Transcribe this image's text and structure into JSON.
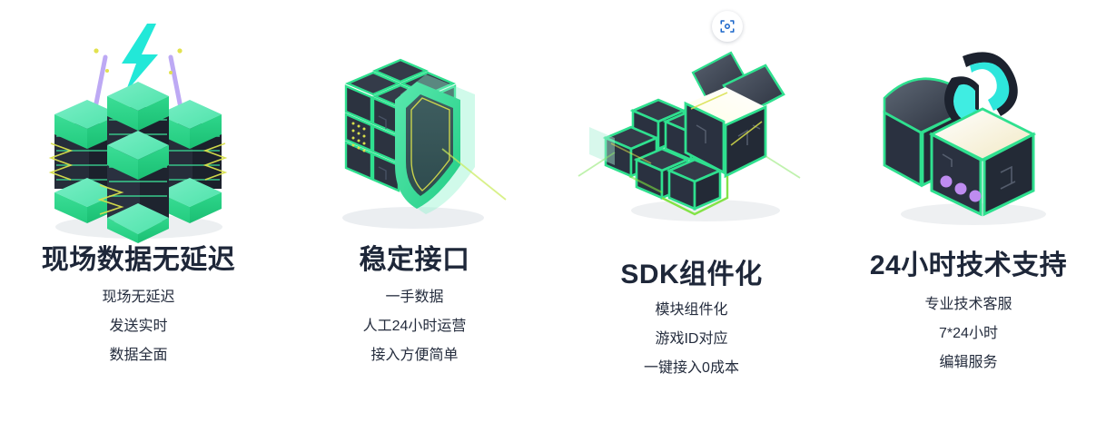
{
  "page": {
    "background_color": "#ffffff",
    "title_color": "#1e2739",
    "body_color": "#242c3d"
  },
  "palette": {
    "green_light": "#6FEBC0",
    "green_mid": "#3BDD96",
    "green_deep": "#22C97E",
    "green_edge": "#2FE08F",
    "dark_panel": "#2B313E",
    "dark_panel_2": "#1E2530",
    "cyan": "#22E8D8",
    "cyan_soft": "#5BEFE2",
    "purple": "#B9A6F2",
    "yellow": "#D9E04B",
    "shadow": "#E8EAEE",
    "scan_blue": "#1A66C9"
  },
  "features": [
    {
      "id": "realtime-data",
      "icon": "server-stack-icon",
      "title": "现场数据无延迟",
      "lines": [
        "现场无延迟",
        "发送实时",
        "数据全面"
      ]
    },
    {
      "id": "stable-interface",
      "icon": "shield-cube-icon",
      "title": "稳定接口",
      "lines": [
        "一手数据",
        "人工24小时运营",
        "接入方便简单"
      ]
    },
    {
      "id": "sdk-modular",
      "icon": "modular-cubes-icon",
      "title": "SDK组件化",
      "lines": [
        "模块组件化",
        "游戏ID对应",
        "一键接入0成本"
      ]
    },
    {
      "id": "support-24h",
      "icon": "headset-cube-icon",
      "title": "24小时技术支持",
      "lines": [
        "专业技术客服",
        "7*24小时",
        "编辑服务"
      ]
    }
  ],
  "overlay": {
    "scan_badge": {
      "icon": "scan-focus-icon",
      "color": "#1A66C9"
    }
  }
}
